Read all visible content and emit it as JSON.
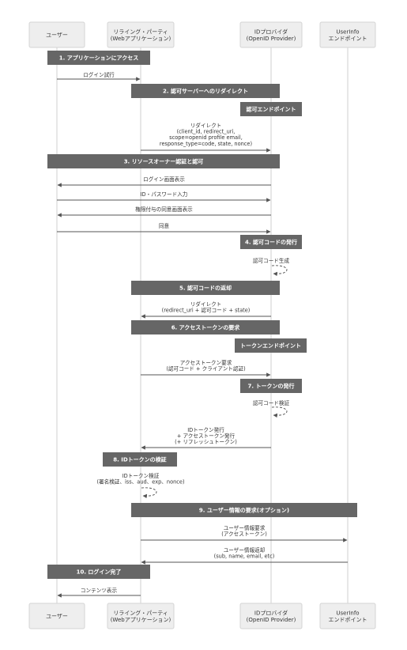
{
  "participants": [
    {
      "id": "user",
      "lines": [
        "ユーザー"
      ]
    },
    {
      "id": "rp",
      "lines": [
        "リライング・パーティ",
        "(Webアプリケーション)"
      ]
    },
    {
      "id": "idp",
      "lines": [
        "IDプロバイダ",
        "(OpenID Provider)"
      ]
    },
    {
      "id": "userinfo",
      "lines": [
        "UserInfo",
        "エンドポイント"
      ]
    }
  ],
  "notes": [
    {
      "id": "n1",
      "text": "1. アプリケーションにアクセス"
    },
    {
      "id": "n2",
      "text": "2. 認可サーバーへのリダイレクト"
    },
    {
      "id": "n3",
      "text": "認可エンドポイント"
    },
    {
      "id": "n4",
      "text": "3. リソースオーナー認証と認可"
    },
    {
      "id": "n5",
      "text": "4. 認可コードの発行"
    },
    {
      "id": "n6",
      "text": "5. 認可コードの返却"
    },
    {
      "id": "n7",
      "text": "6. アクセストークンの要求"
    },
    {
      "id": "n8",
      "text": "トークンエンドポイント"
    },
    {
      "id": "n9",
      "text": "7. トークンの発行"
    },
    {
      "id": "n10",
      "text": "8. IDトークンの検証"
    },
    {
      "id": "n11",
      "text": "9. ユーザー情報の要求(オプション)"
    },
    {
      "id": "n12",
      "text": "10. ログイン完了"
    }
  ],
  "messages": [
    {
      "id": "m1",
      "from": "user",
      "to": "rp",
      "lines": [
        "ログイン試行"
      ]
    },
    {
      "id": "m2",
      "from": "rp",
      "to": "idp",
      "lines": [
        "リダイレクト",
        "(client_id, redirect_uri,",
        "scope=openid profile email,",
        "response_type=code, state, nonce)"
      ]
    },
    {
      "id": "m3",
      "from": "idp",
      "to": "user",
      "lines": [
        "ログイン画面表示"
      ]
    },
    {
      "id": "m4",
      "from": "user",
      "to": "idp",
      "lines": [
        "ID・パスワード入力"
      ]
    },
    {
      "id": "m5",
      "from": "idp",
      "to": "user",
      "lines": [
        "権限付与の同意画面表示"
      ]
    },
    {
      "id": "m6",
      "from": "user",
      "to": "idp",
      "lines": [
        "同意"
      ]
    },
    {
      "id": "m7",
      "from": "idp",
      "to": "idp",
      "lines": [
        "認可コード生成"
      ]
    },
    {
      "id": "m8",
      "from": "idp",
      "to": "rp",
      "lines": [
        "リダイレクト",
        "(redirect_uri + 認可コード + state)"
      ]
    },
    {
      "id": "m9",
      "from": "rp",
      "to": "idp",
      "lines": [
        "アクセストークン要求",
        "(認可コード + クライアント認証)"
      ]
    },
    {
      "id": "m10",
      "from": "idp",
      "to": "idp",
      "lines": [
        "認可コード検証"
      ]
    },
    {
      "id": "m11",
      "from": "idp",
      "to": "rp",
      "lines": [
        "IDトークン発行",
        "+ アクセストークン発行",
        "(+ リフレッシュトークン)"
      ]
    },
    {
      "id": "m12",
      "from": "rp",
      "to": "rp",
      "lines": [
        "IDトークン検証",
        "(署名検証、iss、aud、exp、nonce)"
      ]
    },
    {
      "id": "m13",
      "from": "rp",
      "to": "userinfo",
      "lines": [
        "ユーザー情報要求",
        "(アクセストークン)"
      ]
    },
    {
      "id": "m14",
      "from": "userinfo",
      "to": "rp",
      "lines": [
        "ユーザー情報返却",
        "(sub, name, email, etc)"
      ]
    },
    {
      "id": "m15",
      "from": "rp",
      "to": "user",
      "lines": [
        "コンテンツ表示"
      ]
    }
  ],
  "colors": {
    "note_fill": "#666666",
    "actor_fill": "#eeeeee",
    "line": "#555555"
  }
}
